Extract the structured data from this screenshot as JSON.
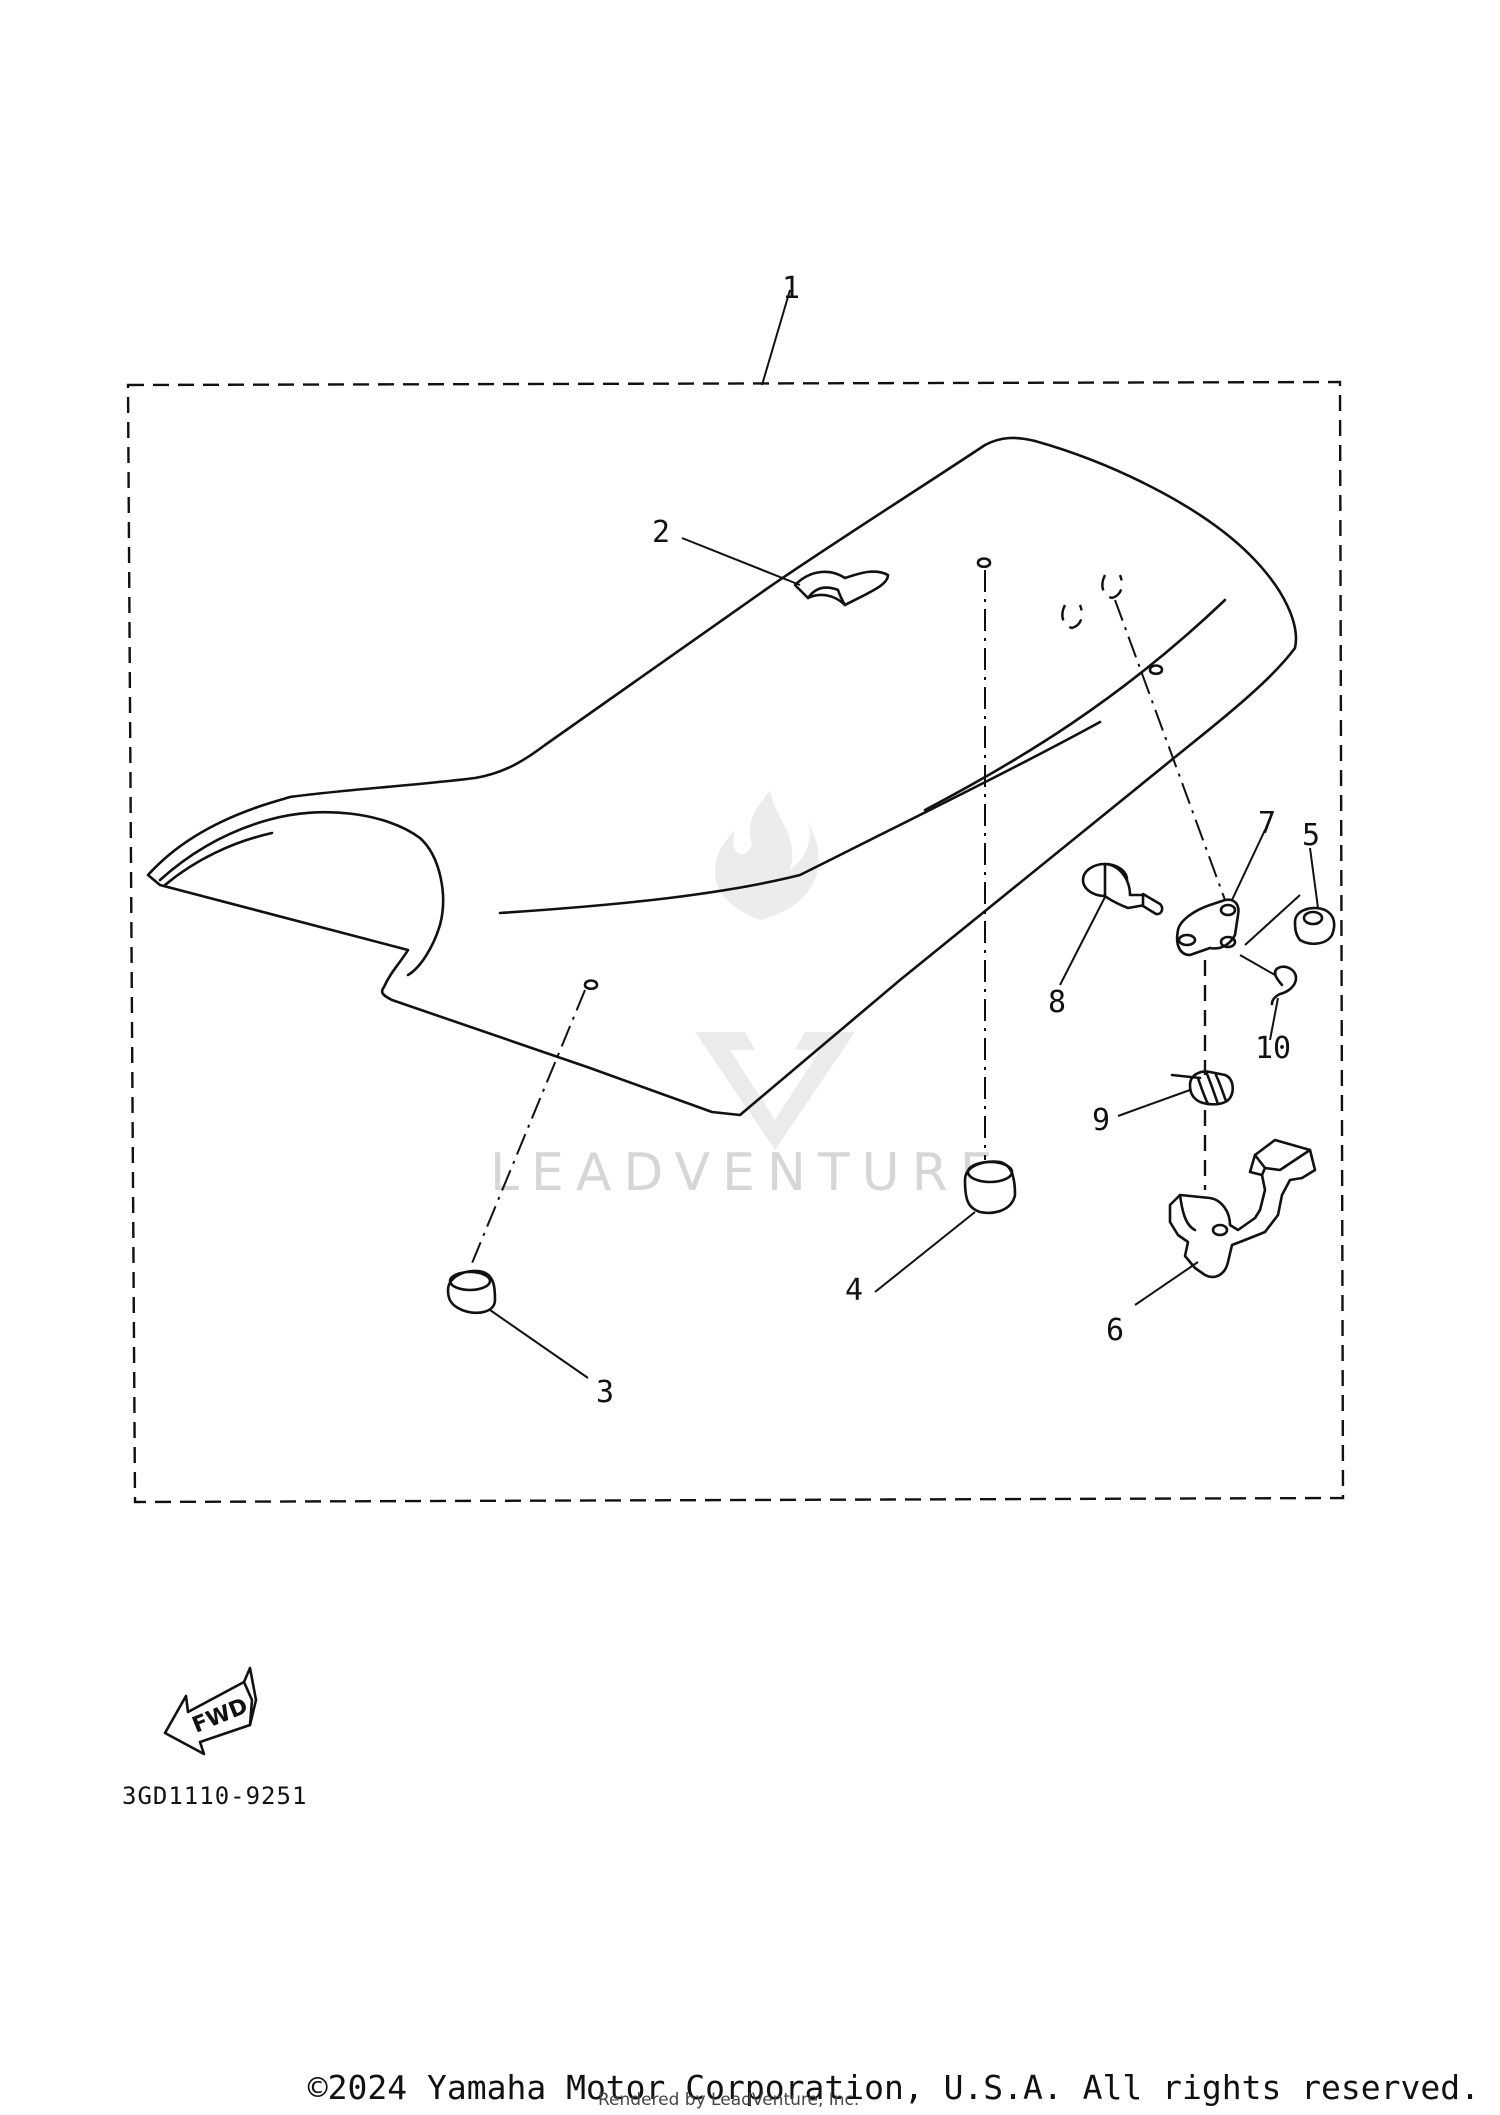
{
  "callouts": {
    "c1": "1",
    "c2": "2",
    "c3": "3",
    "c4": "4",
    "c5": "5",
    "c6": "6",
    "c7": "7",
    "c8": "8",
    "c9": "9",
    "c10": "10"
  },
  "forward_label": "FWD",
  "part_code": "3GD1110-9251",
  "watermark": "LEADVENTURE",
  "copyright": "©2024 Yamaha Motor Corporation, U.S.A. All rights reserved.",
  "rendered_by": "Rendered by LeadVenture, Inc."
}
